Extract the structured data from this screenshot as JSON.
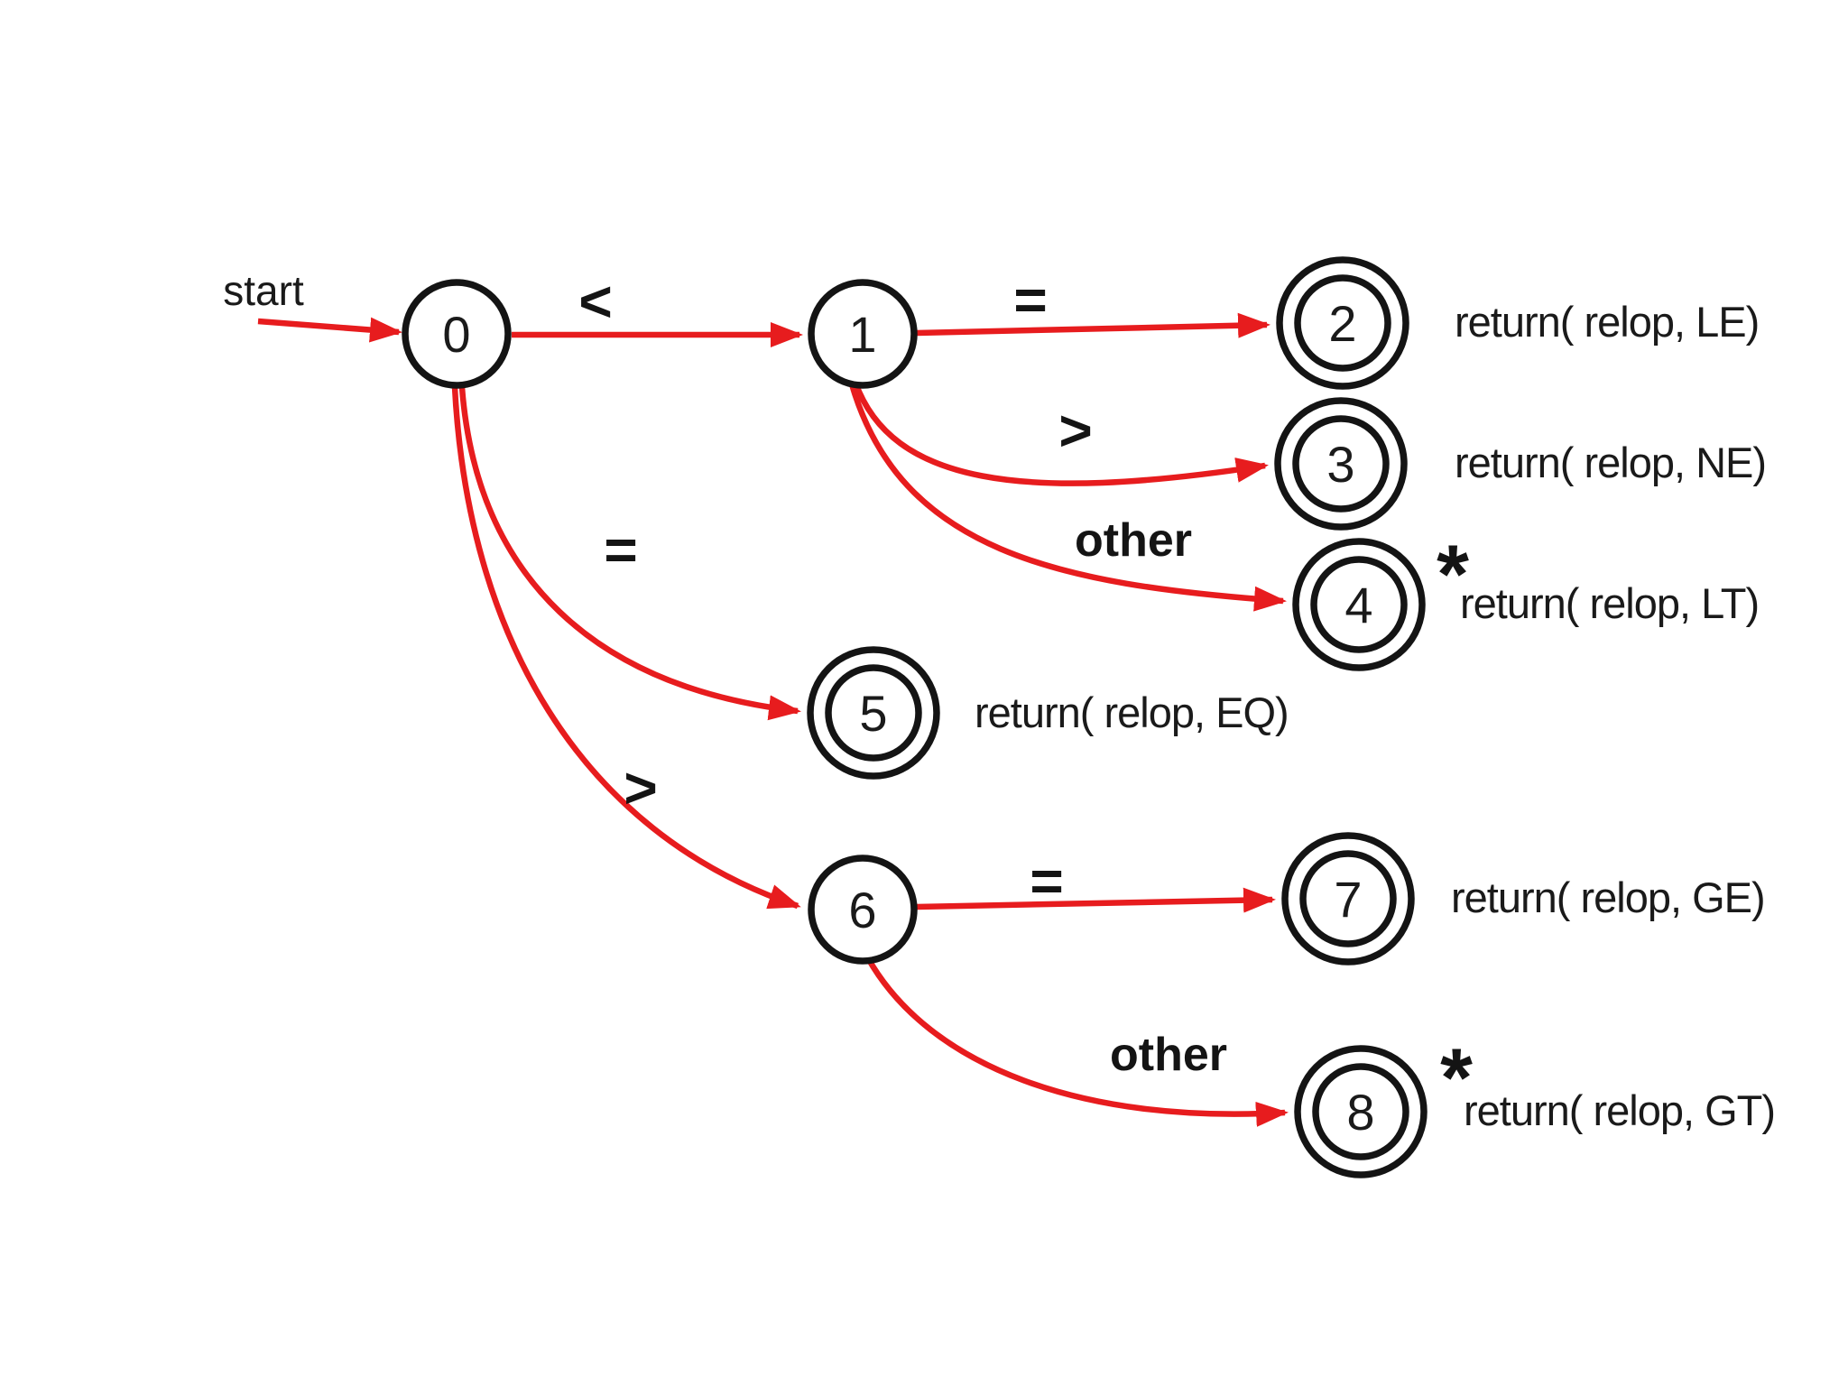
{
  "diagram": {
    "kind": "finite-automaton-for-relational-operators",
    "start_label": "start",
    "states": [
      {
        "id": "0",
        "accepting": false
      },
      {
        "id": "1",
        "accepting": false
      },
      {
        "id": "2",
        "accepting": true
      },
      {
        "id": "3",
        "accepting": true
      },
      {
        "id": "4",
        "accepting": true,
        "marker": "*"
      },
      {
        "id": "5",
        "accepting": true
      },
      {
        "id": "6",
        "accepting": false
      },
      {
        "id": "7",
        "accepting": true
      },
      {
        "id": "8",
        "accepting": true,
        "marker": "*"
      }
    ],
    "transitions": [
      {
        "from": "0",
        "to": "1",
        "label": "<"
      },
      {
        "from": "1",
        "to": "2",
        "label": "="
      },
      {
        "from": "1",
        "to": "3",
        "label": ">"
      },
      {
        "from": "1",
        "to": "4",
        "label": "other"
      },
      {
        "from": "0",
        "to": "5",
        "label": "="
      },
      {
        "from": "0",
        "to": "6",
        "label": ">"
      },
      {
        "from": "6",
        "to": "7",
        "label": "="
      },
      {
        "from": "6",
        "to": "8",
        "label": "other"
      }
    ],
    "actions": [
      {
        "state": "2",
        "text": "return( relop, LE)"
      },
      {
        "state": "3",
        "text": "return( relop, NE)"
      },
      {
        "state": "4",
        "text": "return( relop, LT)"
      },
      {
        "state": "5",
        "text": "return( relop, EQ)"
      },
      {
        "state": "7",
        "text": "return( relop, GE)"
      },
      {
        "state": "8",
        "text": "return( relop, GT)"
      }
    ],
    "colors": {
      "edge_red": "#e71c1e",
      "node_stroke": "#141414",
      "text": "#1a1a1a",
      "background": "#ffffff"
    }
  }
}
